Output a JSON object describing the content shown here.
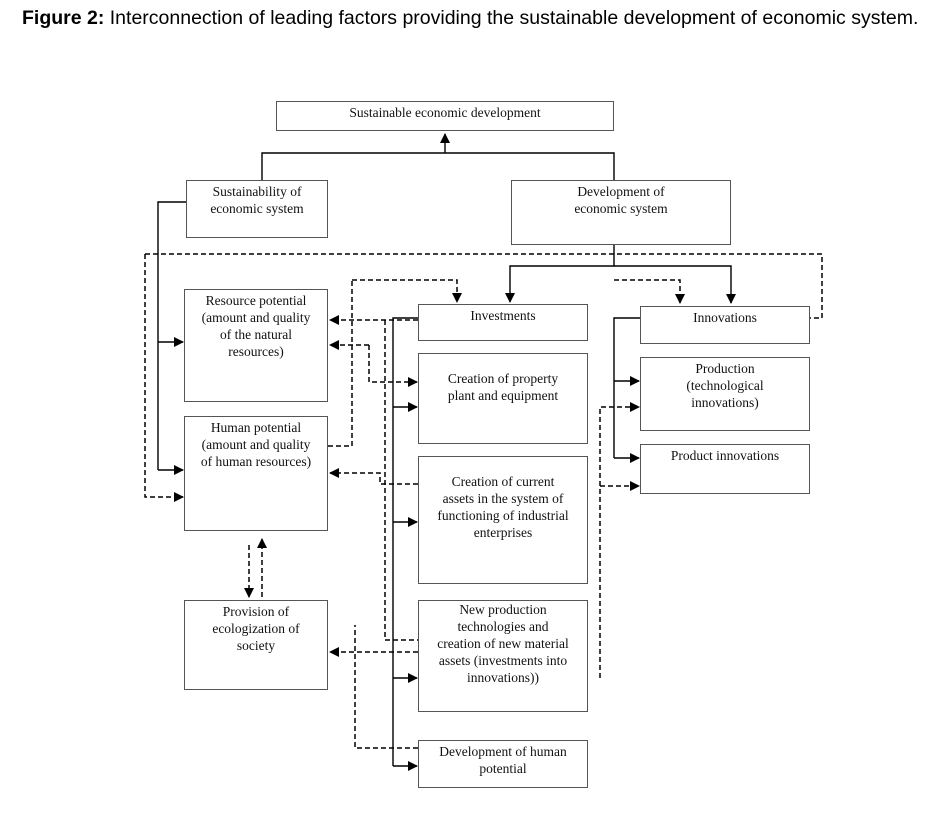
{
  "caption": {
    "label": "Figure 2:",
    "text": "Interconnection of leading factors providing the sustainable development of economic system."
  },
  "boxes": {
    "sustainable": "Sustainable economic development",
    "sustainability": "Sustainability of\neconomic system",
    "development": "Development of\neconomic system",
    "resource": "Resource potential\n(amount and quality\nof the natural\nresources)",
    "human": "Human potential\n(amount and quality\nof human resources)",
    "provision": "Provision of\necologization of\nsociety",
    "investments": "Investments",
    "property": "Creation of property\nplant and equipment",
    "current_assets": "Creation of current\nassets in the system of\nfunctioning of industrial\nenterprises",
    "new_tech": "New production\ntechnologies and\ncreation of new material\nassets (investments into\ninnovations))",
    "human_dev": "Development of human\npotential",
    "innovations": "Innovations",
    "production": "Production\n(technological\ninnovations)",
    "product": "Product innovations"
  },
  "colors": {
    "line": "#000000",
    "border": "#555555",
    "dashed": "#444444"
  }
}
